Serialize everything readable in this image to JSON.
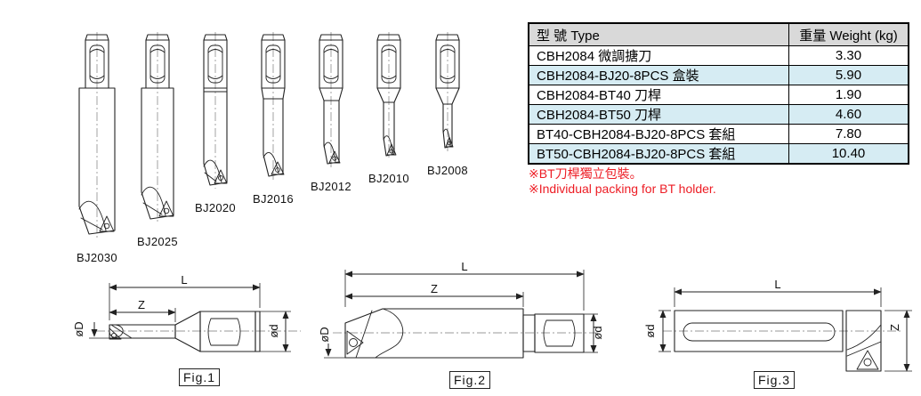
{
  "tools": [
    {
      "label": "BJ2030"
    },
    {
      "label": "BJ2025"
    },
    {
      "label": "BJ2020"
    },
    {
      "label": "BJ2016"
    },
    {
      "label": "BJ2012"
    },
    {
      "label": "BJ2010"
    },
    {
      "label": "BJ2008"
    }
  ],
  "table": {
    "headers": {
      "type": "型 號 Type",
      "weight": "重量 Weight (kg)"
    },
    "rows": [
      {
        "type": "CBH2084 微調搪刀",
        "weight": "3.30"
      },
      {
        "type": "CBH2084-BJ20-8PCS 盒裝",
        "weight": "5.90"
      },
      {
        "type": "CBH2084-BT40 刀桿",
        "weight": "1.90"
      },
      {
        "type": "CBH2084-BT50 刀桿",
        "weight": "4.60"
      },
      {
        "type": "BT40-CBH2084-BJ20-8PCS 套組",
        "weight": "7.80"
      },
      {
        "type": "BT50-CBH2084-BJ20-8PCS 套組",
        "weight": "10.40"
      }
    ],
    "colors": {
      "header_bg": "#d9d9d9",
      "alt_row_bg": "#d6ecf3",
      "border": "#000000"
    }
  },
  "notes": {
    "line1": "※BT刀桿獨立包裝。",
    "line2": "※Individual packing for BT holder.",
    "color": "#ed1c24"
  },
  "figures": [
    {
      "caption": "Fig.1",
      "labels": {
        "l": "L",
        "z": "Z",
        "d_small": "øD",
        "d_big": "ød"
      }
    },
    {
      "caption": "Fig.2",
      "labels": {
        "l": "L",
        "z": "Z",
        "d_small": "øD",
        "d_big": "ød"
      }
    },
    {
      "caption": "Fig.3",
      "labels": {
        "l": "L",
        "z": "Z",
        "d_big": "ød"
      }
    }
  ]
}
